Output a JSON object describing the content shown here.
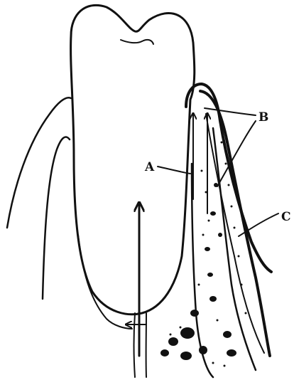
{
  "figure": {
    "labels": {
      "a": "A",
      "b": "B",
      "c": "C"
    },
    "colors": {
      "ink": "#111111",
      "paper": "#ffffff"
    }
  }
}
